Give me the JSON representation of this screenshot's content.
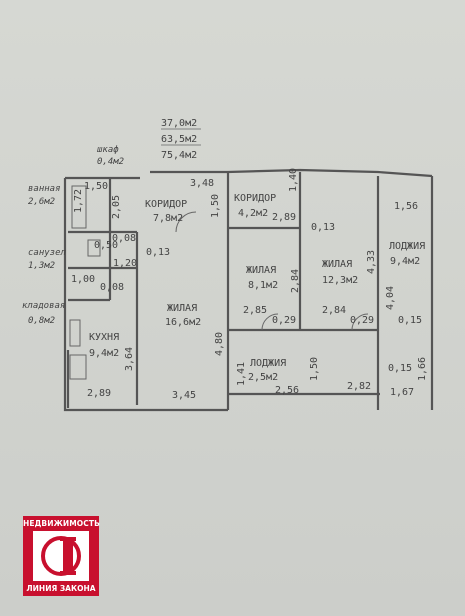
{
  "areas": {
    "living": "37,0м2",
    "total": "63,5м2",
    "overall": "75,4м2"
  },
  "rooms": {
    "closet": {
      "name": "шкаф",
      "area": "0,4м2"
    },
    "bath": {
      "name": "ванная",
      "area": "2,6м2"
    },
    "wc": {
      "name": "санузел",
      "area": "1,3м2"
    },
    "pantry": {
      "name": "кладовая",
      "area": "0,8м2"
    },
    "corridor1": {
      "name": "КОРИДОР",
      "area": "7,8м2"
    },
    "corridor2": {
      "name": "КОРИДОР",
      "area": "4,2м2"
    },
    "kitchen": {
      "name": "КУХНЯ",
      "area": "9,4м2"
    },
    "living1": {
      "name": "ЖИЛАЯ",
      "area": "16,6м2"
    },
    "living2": {
      "name": "ЖИЛАЯ",
      "area": "8,1м2"
    },
    "living3": {
      "name": "ЖИЛАЯ",
      "area": "12,3м2"
    },
    "loggia1": {
      "name": "ЛОДЖИЯ",
      "area": "2,5м2"
    },
    "loggia2": {
      "name": "ЛОДЖИЯ",
      "area": "9,4м2"
    }
  },
  "dims": {
    "d1_50": "1,50",
    "d3_48": "3,48",
    "d1_40": "1,40",
    "d1_56": "1,56",
    "d2_05": "2,05",
    "d1_72": "1,72",
    "d1_50b": "1,50",
    "d2_89a": "2,89",
    "d0_13a": "0,13",
    "d0_08a": "0,08",
    "d0_13b": "0,13",
    "d1_20": "1,20",
    "d0_50": "0,50",
    "d1_00": "1,00",
    "d0_08b": "0,08",
    "d4_80": "4,80",
    "d2_84a": "2,84",
    "d4_33": "4,33",
    "d4_04": "4,04",
    "d2_85": "2,85",
    "d0_29a": "0,29",
    "d2_84b": "2,84",
    "d0_29b": "0,29",
    "d0_15a": "0,15",
    "d3_64": "3,64",
    "d1_41": "1,41",
    "d1_50c": "1,50",
    "d2_56": "2,56",
    "d2_82": "2,82",
    "d0_15b": "0,15",
    "d1_67": "1,67",
    "d1_66": "1,66",
    "d2_89b": "2,89",
    "d3_45": "3,45"
  },
  "logo": {
    "top": "НЕДВИЖИМОСТЬ",
    "bottom": "ЛИНИЯ ЗАКОНА"
  }
}
